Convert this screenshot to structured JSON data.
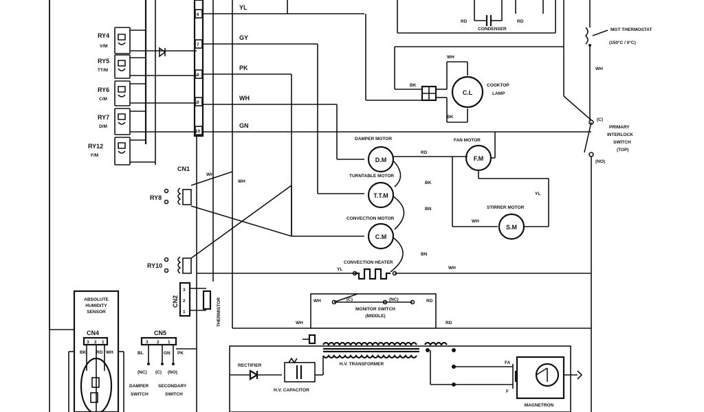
{
  "relays": [
    {
      "id": "RY4",
      "sub": "V/M"
    },
    {
      "id": "RY5",
      "sub": "TT/M"
    },
    {
      "id": "RY6",
      "sub": "C/M"
    },
    {
      "id": "RY7",
      "sub": "D/M"
    },
    {
      "id": "RY12",
      "sub": "F/M"
    }
  ],
  "relays_lower": [
    "RY8",
    "RY10"
  ],
  "connectors": {
    "cn1": "CN1",
    "cn2": "CN2",
    "cn4": "CN4",
    "cn5": "CN5"
  },
  "cn1_pins": [
    "6",
    "7",
    "8",
    "9",
    "10"
  ],
  "cn2_pins": [
    "3",
    "2",
    "1"
  ],
  "cn4_pins": [
    "3",
    "2",
    "1"
  ],
  "cn5_pins": [
    "3",
    "2",
    "1"
  ],
  "wire_colors": {
    "yl": "YL",
    "gy": "GY",
    "pk": "PK",
    "wh": "WH",
    "gn": "GN",
    "rd": "RD",
    "bk": "BK",
    "bn": "BN",
    "bl": "BL"
  },
  "components": {
    "condenser": "CONDENSER",
    "mgt_thermostat": "MGT THERMOSTAT",
    "mgt_thermostat_rating": "(150°C / 0°C)",
    "cooktop_lamp_line1": "COOKTOP",
    "cooktop_lamp_line2": "LAMP",
    "cl": "C.L",
    "primary_interlock_line1": "PRIMARY",
    "primary_interlock_line2": "INTERLOCK",
    "primary_interlock_line3": "SWITCH",
    "primary_interlock_line4": "(TOP)",
    "contact_c": "(C)",
    "contact_no": "(NO)",
    "contact_nc": "(NC)",
    "damper_motor": "DAMPER MOTOR",
    "dm": "D.M",
    "fan_motor": "FAN MOTOR",
    "fm": "F.M",
    "turntable_motor": "TURNTABLE MOTOR",
    "ttm": "T.T.M",
    "stirrer_motor": "STIRRER MOTOR",
    "sm": "S.M",
    "convection_motor": "CONVECTION MOTOR",
    "cm": "C.M",
    "convection_heater": "CONVECTION HEATER",
    "monitor_switch": "MONITOR SWITCH",
    "monitor_switch_sub": "(MIDDLE)",
    "thermistor": "THERMISTOR",
    "humidity_sensor_line1": "ABSOLUTE",
    "humidity_sensor_line2": "HUMIDITY",
    "humidity_sensor_line3": "SENSOR",
    "hv_transformer": "H.V. TRANSFORMER",
    "rectifier": "RECTIFIER",
    "hv_capacitor": "H.V. CAPACITOR",
    "magnetron": "MAGNETRON",
    "fa": "FA",
    "f": "F",
    "damper_switch_line1": "DAMPER",
    "damper_switch_line2": "SWITCH",
    "secondary_switch_line1": "SECONDARY",
    "secondary_switch_line2": "SWITCH"
  }
}
